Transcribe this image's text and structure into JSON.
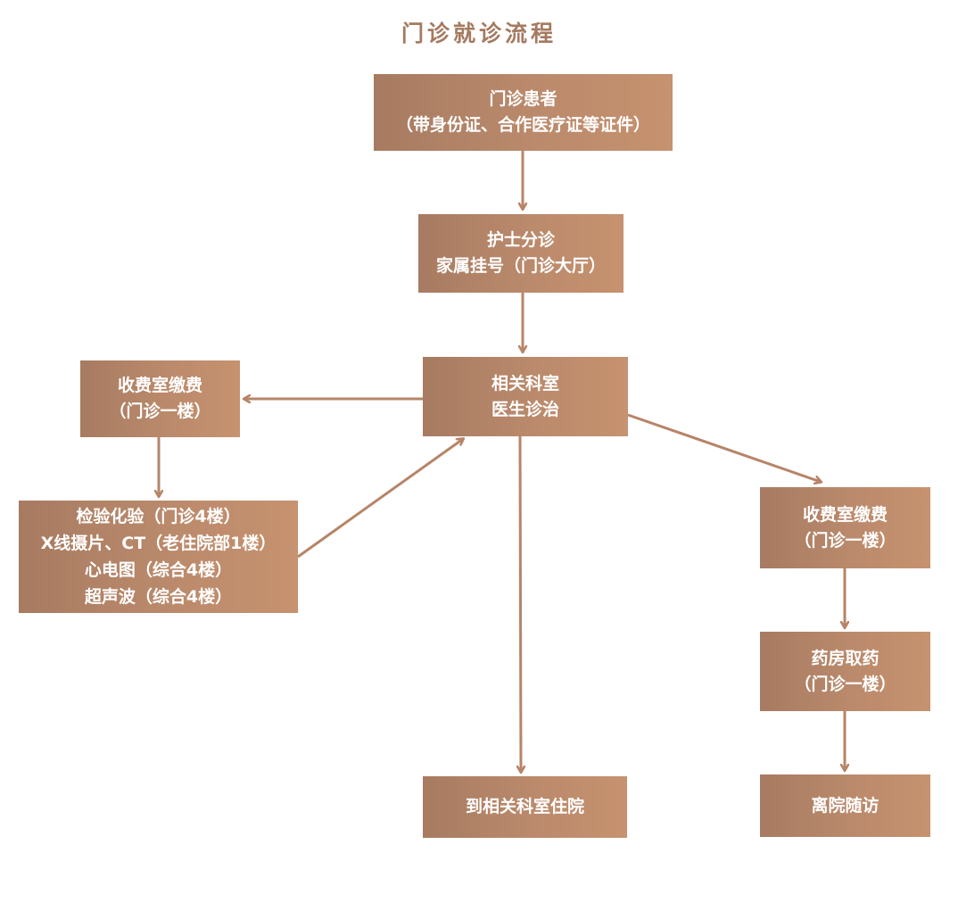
{
  "title": "门诊就诊流程",
  "colors": {
    "node_fill_start": "#a77b61",
    "node_fill_end": "#c6926f",
    "arrow": "#b78468",
    "title": "#a47a60"
  },
  "nodes": {
    "patient": {
      "lines": [
        "门诊患者",
        "（带身份证、合作医疗证等证件）"
      ]
    },
    "triage": {
      "lines": [
        "护士分诊",
        "家属挂号（门诊大厅）"
      ]
    },
    "department": {
      "lines": [
        "相关科室",
        "医生诊治"
      ]
    },
    "payment_left": {
      "lines": [
        "收费室缴费",
        "（门诊一楼）"
      ]
    },
    "exams": {
      "lines": [
        "检验化验（门诊4楼）",
        "X线摄片、CT（老住院部1楼）",
        "心电图（综合4楼）",
        "超声波（综合4楼）"
      ]
    },
    "payment_right": {
      "lines": [
        "收费室缴费",
        "（门诊一楼）"
      ]
    },
    "pharmacy": {
      "lines": [
        "药房取药",
        "（门诊一楼）"
      ]
    },
    "admission": {
      "lines": [
        "到相关科室住院"
      ]
    },
    "discharge": {
      "lines": [
        "离院随访"
      ]
    }
  }
}
